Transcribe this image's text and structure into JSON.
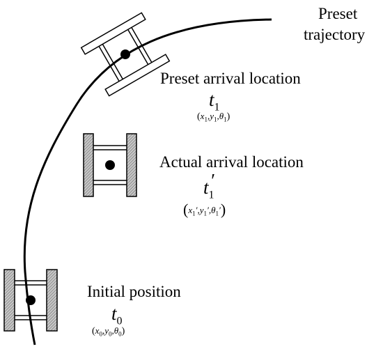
{
  "labels": {
    "trajectory_line1": "Preset",
    "trajectory_line2": "trajectory",
    "preset_arrival": "Preset arrival location",
    "actual_arrival": "Actual arrival location",
    "initial_position": "Initial position"
  },
  "symbols": {
    "t": "t",
    "sub0": "0",
    "sub1": "1",
    "prime": "′",
    "x": "x",
    "y": "y",
    "theta": "θ",
    "comma": ",",
    "lparen": "(",
    "rparen": ")"
  },
  "colors": {
    "ink": "#000000",
    "rail_fill": "#d9d9d9",
    "hatch_fill": "#9a9a9a"
  }
}
